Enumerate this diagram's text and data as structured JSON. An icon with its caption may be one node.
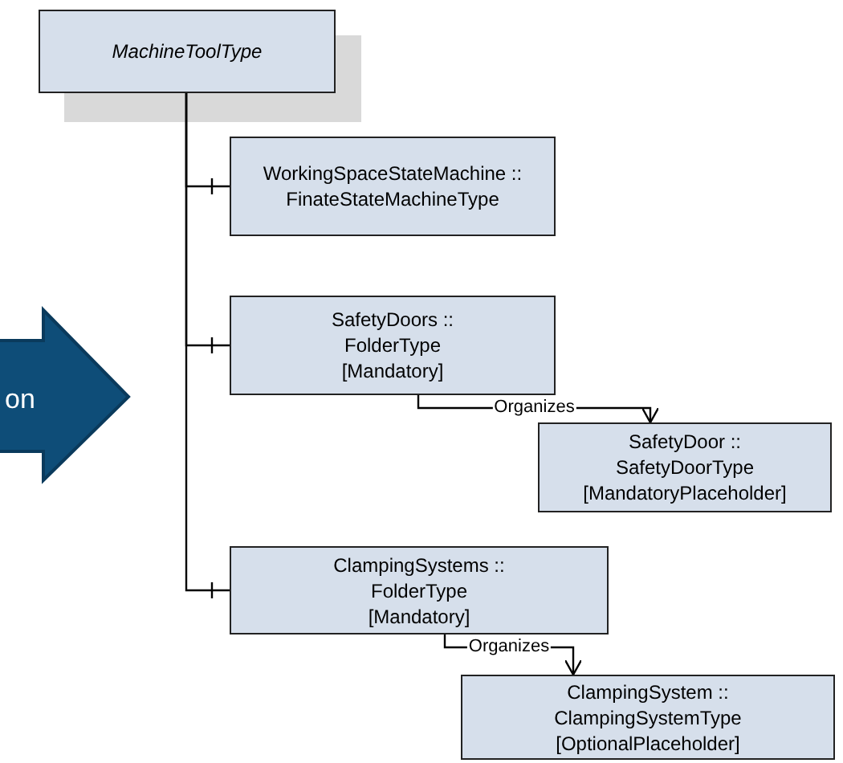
{
  "diagram": {
    "nodes": [
      {
        "text": [
          "MachineToolType"
        ]
      },
      {
        "text": [
          "WorkingSpaceStateMachine ::",
          "FinateStateMachineType"
        ]
      },
      {
        "text": [
          "SafetyDoors ::",
          "FolderType",
          "[Mandatory]"
        ]
      },
      {
        "text": [
          "SafetyDoor ::",
          "SafetyDoorType",
          "[MandatoryPlaceholder]"
        ]
      },
      {
        "text": [
          "ClampingSystems ::",
          "FolderType",
          "[Mandatory]"
        ]
      },
      {
        "text": [
          "ClampingSystem ::",
          "ClampingSystemType",
          "[OptionalPlaceholder]"
        ]
      },
      {
        "text": [
          "on"
        ]
      }
    ],
    "edges": [
      {
        "from": 0,
        "to": 1,
        "arrow": "other"
      },
      {
        "from": 0,
        "to": 2,
        "arrow": "other"
      },
      {
        "from": 0,
        "to": 4,
        "arrow": "other"
      },
      {
        "from": 2,
        "to": 3,
        "arrow": "to",
        "label": "Organizes"
      },
      {
        "from": 4,
        "to": 5,
        "arrow": "to",
        "label": "Organizes"
      }
    ]
  }
}
